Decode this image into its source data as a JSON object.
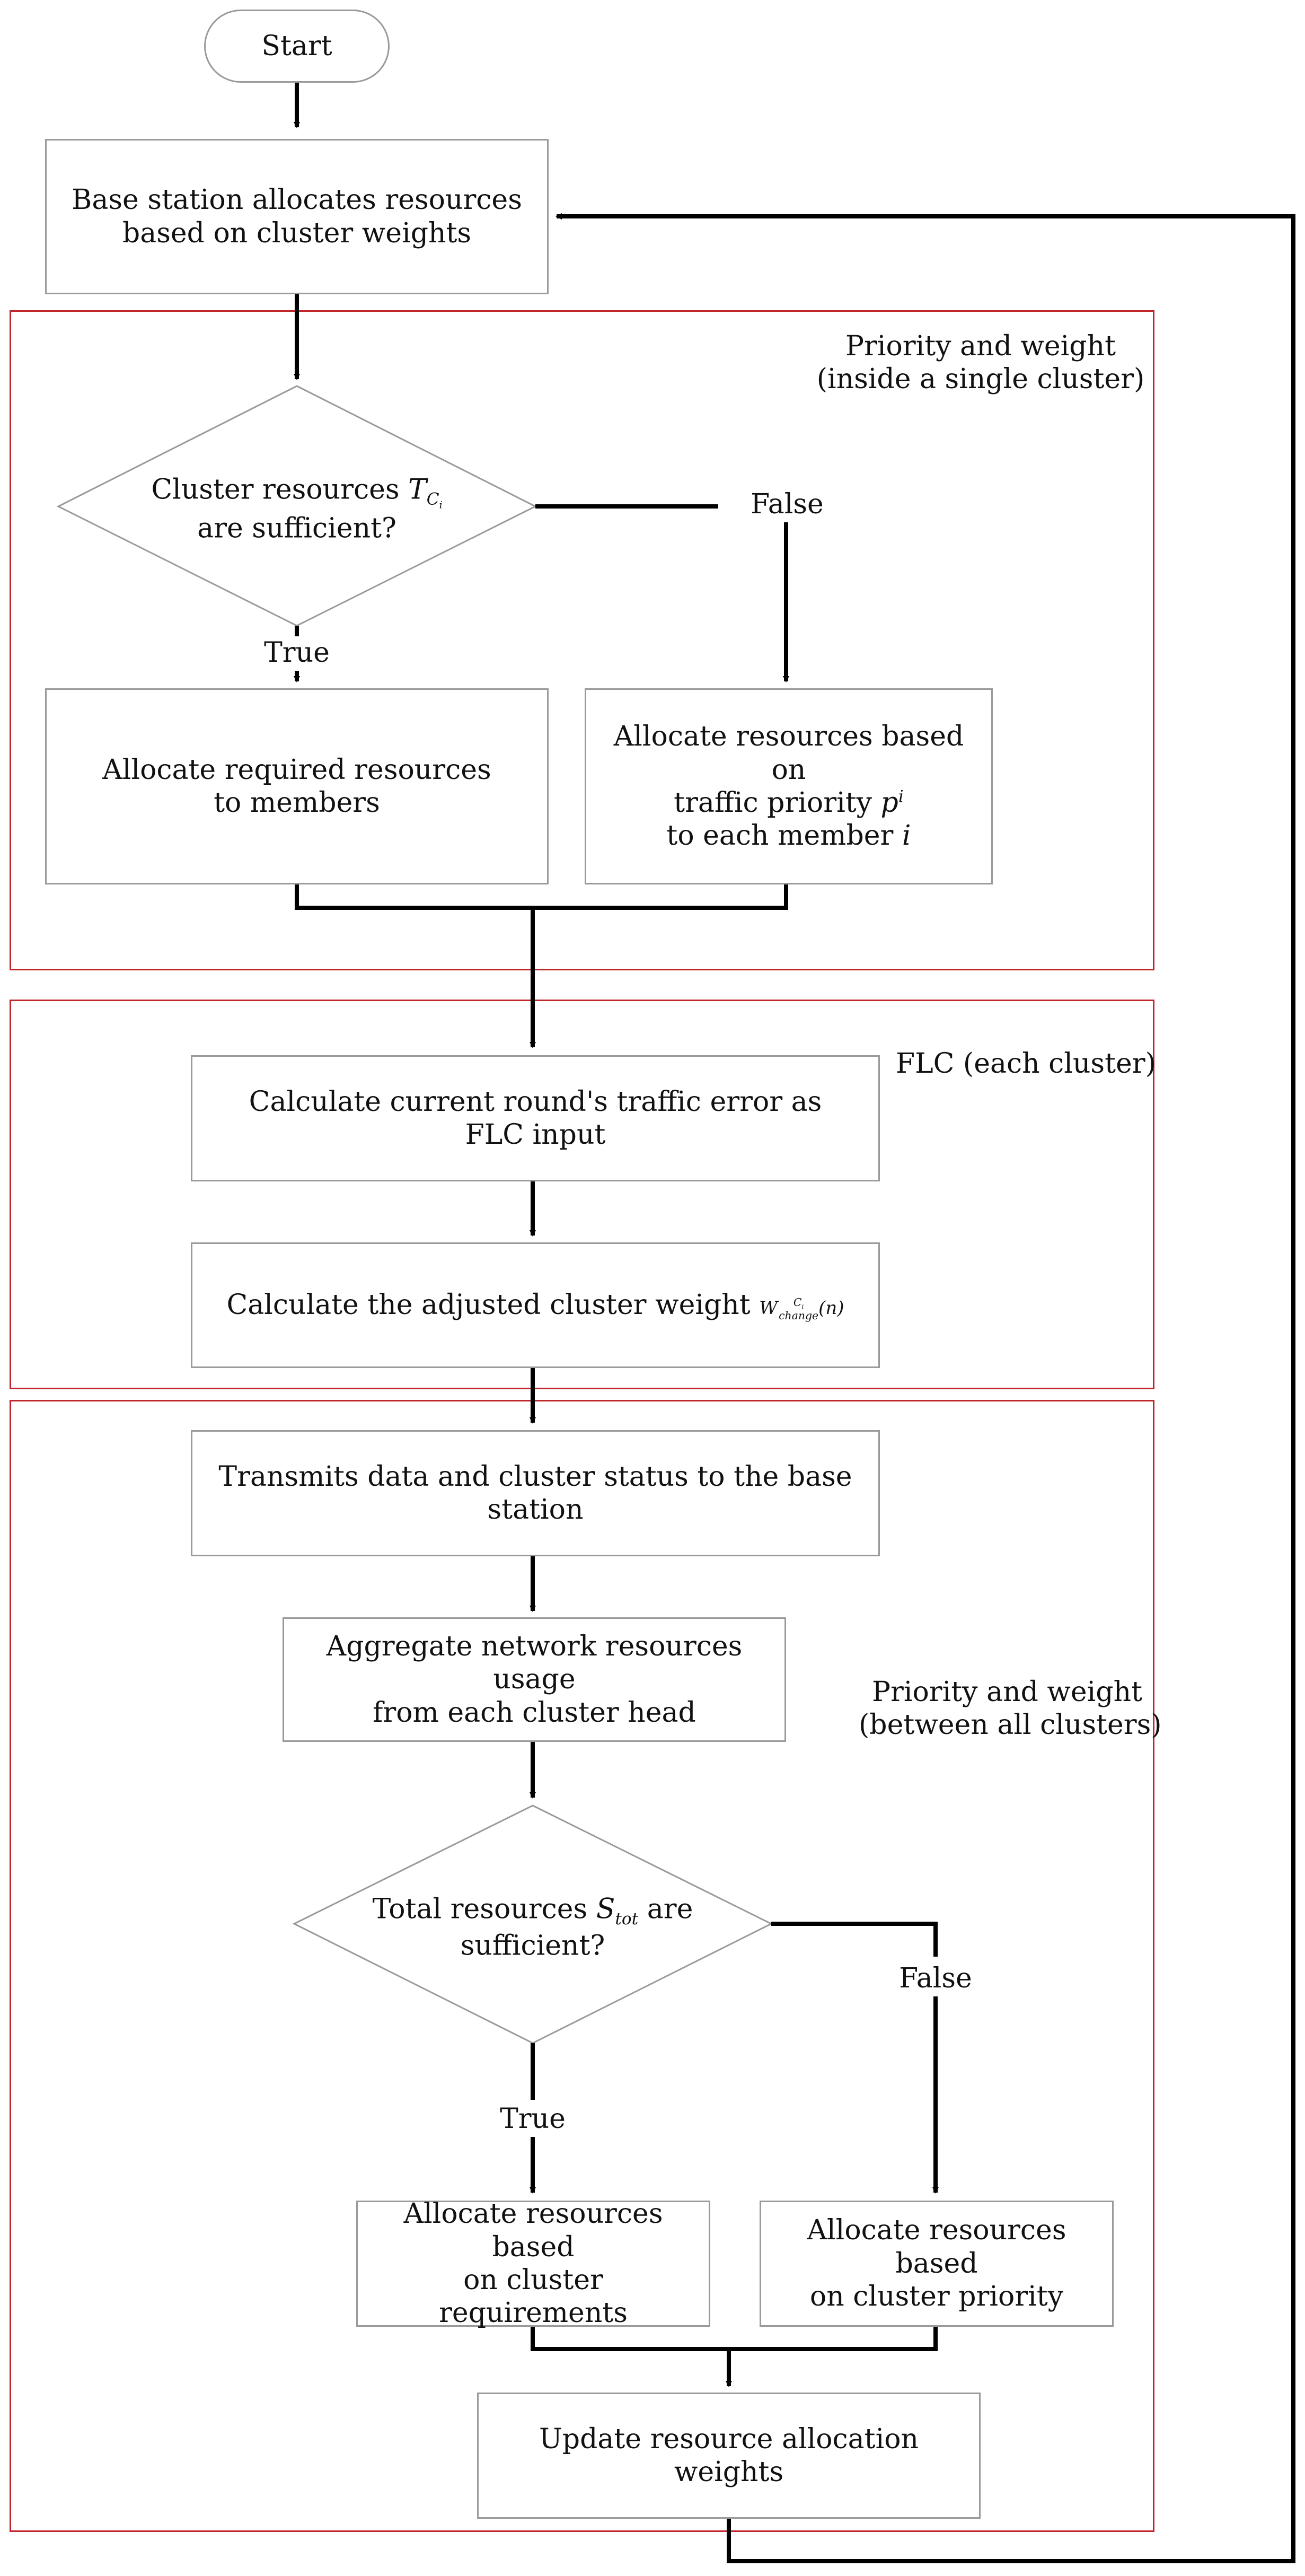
{
  "start": "Start",
  "base_station": [
    "Base station allocates resources",
    "based on cluster weights"
  ],
  "groups": {
    "intra": [
      "Priority and weight",
      "(inside a single cluster)"
    ],
    "flc": "FLC (each cluster)",
    "inter": [
      "Priority and weight",
      "(between all clusters)"
    ]
  },
  "decision1": {
    "line1_prefix": "Cluster resources ",
    "var": "T",
    "var_sub": "C",
    "var_sub2": "i",
    "line2": "are sufficient?",
    "true_label": "True",
    "false_label": "False"
  },
  "alloc_required": [
    "Allocate required resources",
    "to members"
  ],
  "alloc_priority": {
    "line1": "Allocate resources based on",
    "line2_prefix": "traffic priority ",
    "var": "p",
    "var_sup": "i",
    "line3_prefix": "to each member ",
    "line3_var": "i"
  },
  "calc_error": [
    "Calculate current round's traffic error as",
    "FLC input"
  ],
  "calc_weight": {
    "text": "Calculate the adjusted cluster weight ",
    "var": "W",
    "var_sub": "change",
    "var_sup": "C",
    "var_sup2": "i",
    "var_arg": "(n)"
  },
  "transmit": [
    "Transmits data and cluster status to the base",
    "station"
  ],
  "aggregate": [
    "Aggregate network resources usage",
    "from each cluster head"
  ],
  "decision2": {
    "line1_prefix": "Total resources ",
    "var": "S",
    "var_sub": "tot",
    "line1_suffix": " are",
    "line2": "sufficient?",
    "true_label": "True",
    "false_label": "False"
  },
  "alloc_cluster_req": [
    "Allocate resources based",
    "on cluster requirements"
  ],
  "alloc_cluster_pri": [
    "Allocate resources based",
    "on cluster priority"
  ],
  "update": "Update resource allocation weights"
}
